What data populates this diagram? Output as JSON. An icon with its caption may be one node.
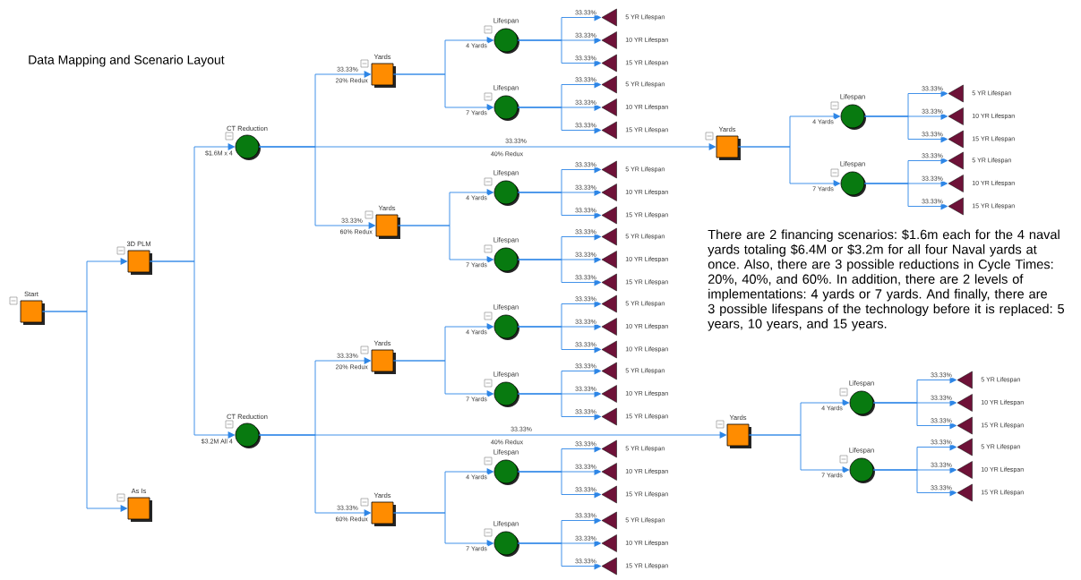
{
  "diagram": {
    "title": "Data Mapping and Scenario Layout",
    "nodes": [
      {
        "text": [
          "Start"
        ]
      },
      {
        "text": [
          "3D PLM"
        ]
      },
      {
        "text": [
          "CT Reduction"
        ],
        "beside": [
          "$1.6M x 4"
        ]
      },
      {
        "text": [
          "Yards"
        ],
        "beside": [
          "20% Redux"
        ]
      },
      {
        "text": [
          "Lifespan"
        ]
      },
      {
        "text": [
          "5 YR Lifespan"
        ]
      },
      {
        "text": [
          "10 YR Lifespan"
        ]
      },
      {
        "text": [
          "15 YR Lifespan"
        ]
      },
      {
        "text": [
          "Lifespan"
        ]
      },
      {
        "text": [
          "5 YR Lifespan"
        ]
      },
      {
        "text": [
          "10 YR Lifespan"
        ]
      },
      {
        "text": [
          "15 YR Lifespan"
        ]
      },
      {
        "text": [
          "Yards"
        ]
      },
      {
        "text": [
          "Lifespan"
        ]
      },
      {
        "text": [
          "5 YR Lifespan"
        ]
      },
      {
        "text": [
          "10 YR Lifespan"
        ]
      },
      {
        "text": [
          "15 YR Lifespan"
        ]
      },
      {
        "text": [
          "Lifespan"
        ]
      },
      {
        "text": [
          "5 YR Lifespan"
        ]
      },
      {
        "text": [
          "10 YR Lifespan"
        ]
      },
      {
        "text": [
          "15 YR Lifespan"
        ]
      },
      {
        "text": [
          "Yards"
        ],
        "beside": [
          "60% Redux"
        ]
      },
      {
        "text": [
          "Lifespan"
        ]
      },
      {
        "text": [
          "5 YR Lifespan"
        ]
      },
      {
        "text": [
          "10 YR Lifespan"
        ]
      },
      {
        "text": [
          "15 YR Lifespan"
        ]
      },
      {
        "text": [
          "Lifespan"
        ]
      },
      {
        "text": [
          "5 YR Lifespan"
        ]
      },
      {
        "text": [
          "10 YR Lifespan"
        ]
      },
      {
        "text": [
          "15 YR Lifespan"
        ]
      },
      {
        "text": [
          "CT Reduction"
        ],
        "beside": [
          "$3.2M All 4"
        ]
      },
      {
        "text": [
          "Yards"
        ],
        "beside": [
          "20% Redux"
        ]
      },
      {
        "text": [
          "Lifespan"
        ]
      },
      {
        "text": [
          "5 YR Lifespan"
        ]
      },
      {
        "text": [
          "10 YR Lifespan"
        ]
      },
      {
        "text": [
          "10 YR Lifespan"
        ]
      },
      {
        "text": [
          "Lifespan"
        ]
      },
      {
        "text": [
          "5 YR Lifespan"
        ]
      },
      {
        "text": [
          "10 YR Lifespan"
        ]
      },
      {
        "text": [
          "15 YR Lifespan"
        ]
      },
      {
        "text": [
          "Yards"
        ]
      },
      {
        "text": [
          "Lifespan"
        ]
      },
      {
        "text": [
          "5 YR Lifespan"
        ]
      },
      {
        "text": [
          "10 YR Lifespan"
        ]
      },
      {
        "text": [
          "15 YR Lifespan"
        ]
      },
      {
        "text": [
          "Lifespan"
        ]
      },
      {
        "text": [
          "5 YR Lifespan"
        ]
      },
      {
        "text": [
          "10 YR Lifespan"
        ]
      },
      {
        "text": [
          "15 YR Lifespan"
        ]
      },
      {
        "text": [
          "Yards"
        ],
        "beside": [
          "60% Redux"
        ]
      },
      {
        "text": [
          "Lifespan"
        ]
      },
      {
        "text": [
          "5 YR Lifespan"
        ]
      },
      {
        "text": [
          "10 YR Lifespan"
        ]
      },
      {
        "text": [
          "15 YR Lifespan"
        ]
      },
      {
        "text": [
          "Lifespan"
        ]
      },
      {
        "text": [
          "5 YR Lifespan"
        ]
      },
      {
        "text": [
          "10 YR Lifespan"
        ]
      },
      {
        "text": [
          "15 YR Lifespan"
        ]
      },
      {
        "text": [
          "As Is"
        ]
      }
    ],
    "edges": [
      {
        "from": 0,
        "to": 1,
        "arrow": "to"
      },
      {
        "from": 0,
        "to": 58,
        "arrow": "to"
      },
      {
        "from": 1,
        "to": 2,
        "arrow": "to"
      },
      {
        "from": 1,
        "to": 30,
        "arrow": "to"
      },
      {
        "from": 2,
        "to": 3,
        "arrow": "to",
        "label": "33.33%"
      },
      {
        "from": 2,
        "to": 12,
        "arrow": "to",
        "label": "33.33%"
      },
      {
        "from": 2,
        "to": 21,
        "arrow": "to",
        "label": "33.33%"
      },
      {
        "from": 3,
        "to": 4,
        "arrow": "to",
        "label": "4 Yards"
      },
      {
        "from": 3,
        "to": 8,
        "arrow": "to",
        "label": "7 Yards"
      },
      {
        "from": 4,
        "to": 5,
        "arrow": "to",
        "label": "33.33%"
      },
      {
        "from": 4,
        "to": 6,
        "arrow": "to",
        "label": "33.33%"
      },
      {
        "from": 4,
        "to": 7,
        "arrow": "to",
        "label": "33.33%"
      },
      {
        "from": 8,
        "to": 9,
        "arrow": "to",
        "label": "33.33%"
      },
      {
        "from": 8,
        "to": 10,
        "arrow": "to",
        "label": "33.33%"
      },
      {
        "from": 8,
        "to": 11,
        "arrow": "to",
        "label": "33.33%"
      },
      {
        "from": 12,
        "to": 13,
        "arrow": "to",
        "label": "4 Yards"
      },
      {
        "from": 12,
        "to": 17,
        "arrow": "to",
        "label": "7 Yards"
      },
      {
        "from": 13,
        "to": 14,
        "arrow": "to",
        "label": "33.33%"
      },
      {
        "from": 13,
        "to": 15,
        "arrow": "to",
        "label": "33.33%"
      },
      {
        "from": 13,
        "to": 16,
        "arrow": "to",
        "label": "33.33%"
      },
      {
        "from": 17,
        "to": 18,
        "arrow": "to",
        "label": "33.33%"
      },
      {
        "from": 17,
        "to": 19,
        "arrow": "to",
        "label": "33.33%"
      },
      {
        "from": 17,
        "to": 20,
        "arrow": "to",
        "label": "33.33%"
      },
      {
        "from": 21,
        "to": 22,
        "arrow": "to",
        "label": "4 Yards"
      },
      {
        "from": 21,
        "to": 26,
        "arrow": "to",
        "label": "7 Yards"
      },
      {
        "from": 22,
        "to": 23,
        "arrow": "to",
        "label": "33.33%"
      },
      {
        "from": 22,
        "to": 24,
        "arrow": "to",
        "label": "33.33%"
      },
      {
        "from": 22,
        "to": 25,
        "arrow": "to",
        "label": "33.33%"
      },
      {
        "from": 26,
        "to": 27,
        "arrow": "to",
        "label": "33.33%"
      },
      {
        "from": 26,
        "to": 28,
        "arrow": "to",
        "label": "33.33%"
      },
      {
        "from": 26,
        "to": 29,
        "arrow": "to",
        "label": "33.33%"
      },
      {
        "from": 30,
        "to": 31,
        "arrow": "to",
        "label": "33.33%"
      },
      {
        "from": 30,
        "to": 40,
        "arrow": "to",
        "label": "33.33%"
      },
      {
        "from": 30,
        "to": 49,
        "arrow": "to",
        "label": "33.33%"
      },
      {
        "from": 31,
        "to": 32,
        "arrow": "to",
        "label": "4 Yards"
      },
      {
        "from": 31,
        "to": 36,
        "arrow": "to",
        "label": "7 Yards"
      },
      {
        "from": 32,
        "to": 33,
        "arrow": "to",
        "label": "33.33%"
      },
      {
        "from": 32,
        "to": 34,
        "arrow": "to",
        "label": "33.33%"
      },
      {
        "from": 32,
        "to": 35,
        "arrow": "to",
        "label": "33.33%"
      },
      {
        "from": 36,
        "to": 37,
        "arrow": "to",
        "label": "33.33%"
      },
      {
        "from": 36,
        "to": 38,
        "arrow": "to",
        "label": "33.33%"
      },
      {
        "from": 36,
        "to": 39,
        "arrow": "to",
        "label": "33.33%"
      },
      {
        "from": 40,
        "to": 41,
        "arrow": "to",
        "label": "4 Yards"
      },
      {
        "from": 40,
        "to": 45,
        "arrow": "to",
        "label": "7 Yards"
      },
      {
        "from": 41,
        "to": 42,
        "arrow": "to",
        "label": "33.33%"
      },
      {
        "from": 41,
        "to": 43,
        "arrow": "to",
        "label": "33.33%"
      },
      {
        "from": 41,
        "to": 44,
        "arrow": "to",
        "label": "33.33%"
      },
      {
        "from": 45,
        "to": 46,
        "arrow": "to",
        "label": "33.33%"
      },
      {
        "from": 45,
        "to": 47,
        "arrow": "to",
        "label": "33.33%"
      },
      {
        "from": 45,
        "to": 48,
        "arrow": "to",
        "label": "33.33%"
      },
      {
        "from": 49,
        "to": 50,
        "arrow": "to",
        "label": "4 Yards"
      },
      {
        "from": 49,
        "to": 54,
        "arrow": "to",
        "label": "7 Yards"
      },
      {
        "from": 50,
        "to": 51,
        "arrow": "to",
        "label": "33.33%"
      },
      {
        "from": 50,
        "to": 52,
        "arrow": "to",
        "label": "33.33%"
      },
      {
        "from": 50,
        "to": 53,
        "arrow": "to",
        "label": "33.33%"
      },
      {
        "from": 54,
        "to": 55,
        "arrow": "to",
        "label": "33.33%"
      },
      {
        "from": 54,
        "to": 56,
        "arrow": "to",
        "label": "33.33%"
      },
      {
        "from": 54,
        "to": 57,
        "arrow": "to",
        "label": "33.33%"
      }
    ],
    "labels": [
      "40% Redux",
      "There are 2 financing scenarios: $1.6m each for the 4 naval yards totaling $6.4M or $3.2m for all four Naval yards at once. Also, there are 3 possible reductions in Cycle Times: 20%, 40%, and 60%. In addition, there are 2 levels of implementations: 4 yards or 7 yards. And finally, there are 3 possible lifespans of the technology before it is replaced: 5 years, 10 years, and 15 years.",
      "40% Redux"
    ]
  }
}
